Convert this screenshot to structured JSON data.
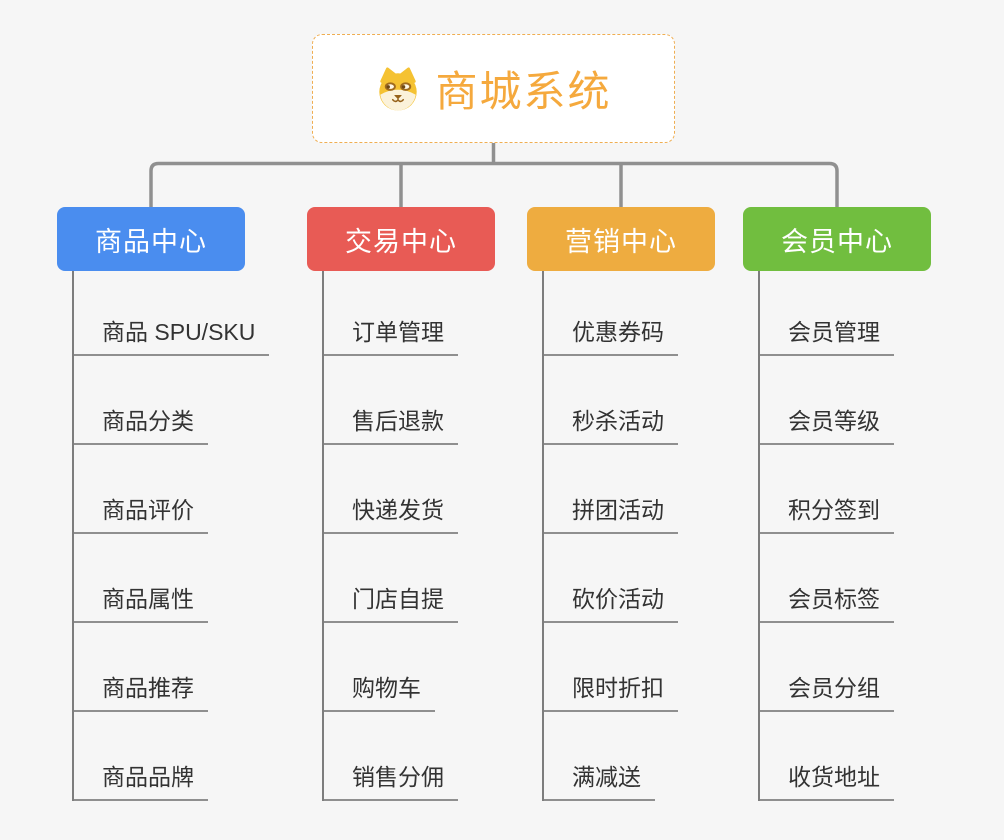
{
  "background": "#F6F6F6",
  "connector_color": "#909090",
  "leaf_text_color": "#333333",
  "leaf_line_color": "#8F8F8F",
  "root": {
    "label": "商城系统",
    "icon": "shiba-dog-icon",
    "text_color": "#F5A93D",
    "border_color": "#EFAE52",
    "background": "#FFFFFF"
  },
  "branches": [
    {
      "label": "商品中心",
      "color": "#4A8DEF",
      "items": [
        "商品 SPU/SKU",
        "商品分类",
        "商品评价",
        "商品属性",
        "商品推荐",
        "商品品牌"
      ]
    },
    {
      "label": "交易中心",
      "color": "#E85B55",
      "items": [
        "订单管理",
        "售后退款",
        "快递发货",
        "门店自提",
        "购物车",
        "销售分佣"
      ]
    },
    {
      "label": "营销中心",
      "color": "#EEAC40",
      "items": [
        "优惠券码",
        "秒杀活动",
        "拼团活动",
        "砍价活动",
        "限时折扣",
        "满减送"
      ]
    },
    {
      "label": "会员中心",
      "color": "#71BE3F",
      "items": [
        "会员管理",
        "会员等级",
        "积分签到",
        "会员标签",
        "会员分组",
        "收货地址"
      ]
    }
  ]
}
